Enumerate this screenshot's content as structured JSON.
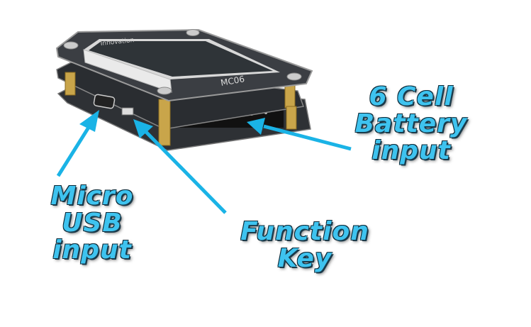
{
  "device": {
    "model_label": "MC06",
    "brand_label": "Innovation"
  },
  "callouts": {
    "battery": {
      "line1": "6 Cell",
      "line2": "Battery",
      "line3": "input"
    },
    "usb": {
      "line1": "Micro",
      "line2": "USB",
      "line3": "input"
    },
    "function_key": {
      "line1": "Function",
      "line2": "Key"
    }
  },
  "colors": {
    "callout_text": "#3ec3ef",
    "arrow": "#1ab3e6",
    "board": "#3a3d42"
  }
}
